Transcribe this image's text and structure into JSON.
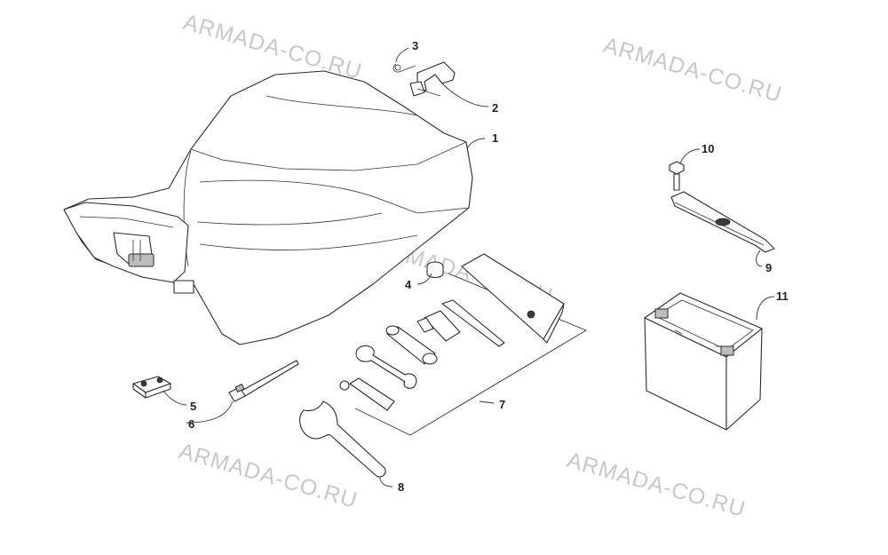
{
  "watermarks": [
    "ARMADA-CO.RU",
    "ARMADA-CO.RU",
    "ARMADA-CO.RU",
    "ARMADA-CO.RU",
    "ARMADA-CO.RU"
  ],
  "callouts": [
    "1",
    "2",
    "3",
    "4",
    "5",
    "6",
    "7",
    "8",
    "9",
    "10",
    "11"
  ],
  "parts": [
    {
      "icon": "seat-icon"
    },
    {
      "icon": "seat-latch-bracket-icon"
    },
    {
      "icon": "hairpin-clip-icon"
    },
    {
      "icon": "rubber-bumper-icon"
    },
    {
      "icon": "clip-block-icon"
    },
    {
      "icon": "cable-tie-icon"
    },
    {
      "icon": "tool-kit-icon"
    },
    {
      "icon": "spanner-wrench-icon"
    },
    {
      "icon": "battery-strap-icon"
    },
    {
      "icon": "bolt-icon"
    },
    {
      "icon": "battery-icon"
    }
  ]
}
